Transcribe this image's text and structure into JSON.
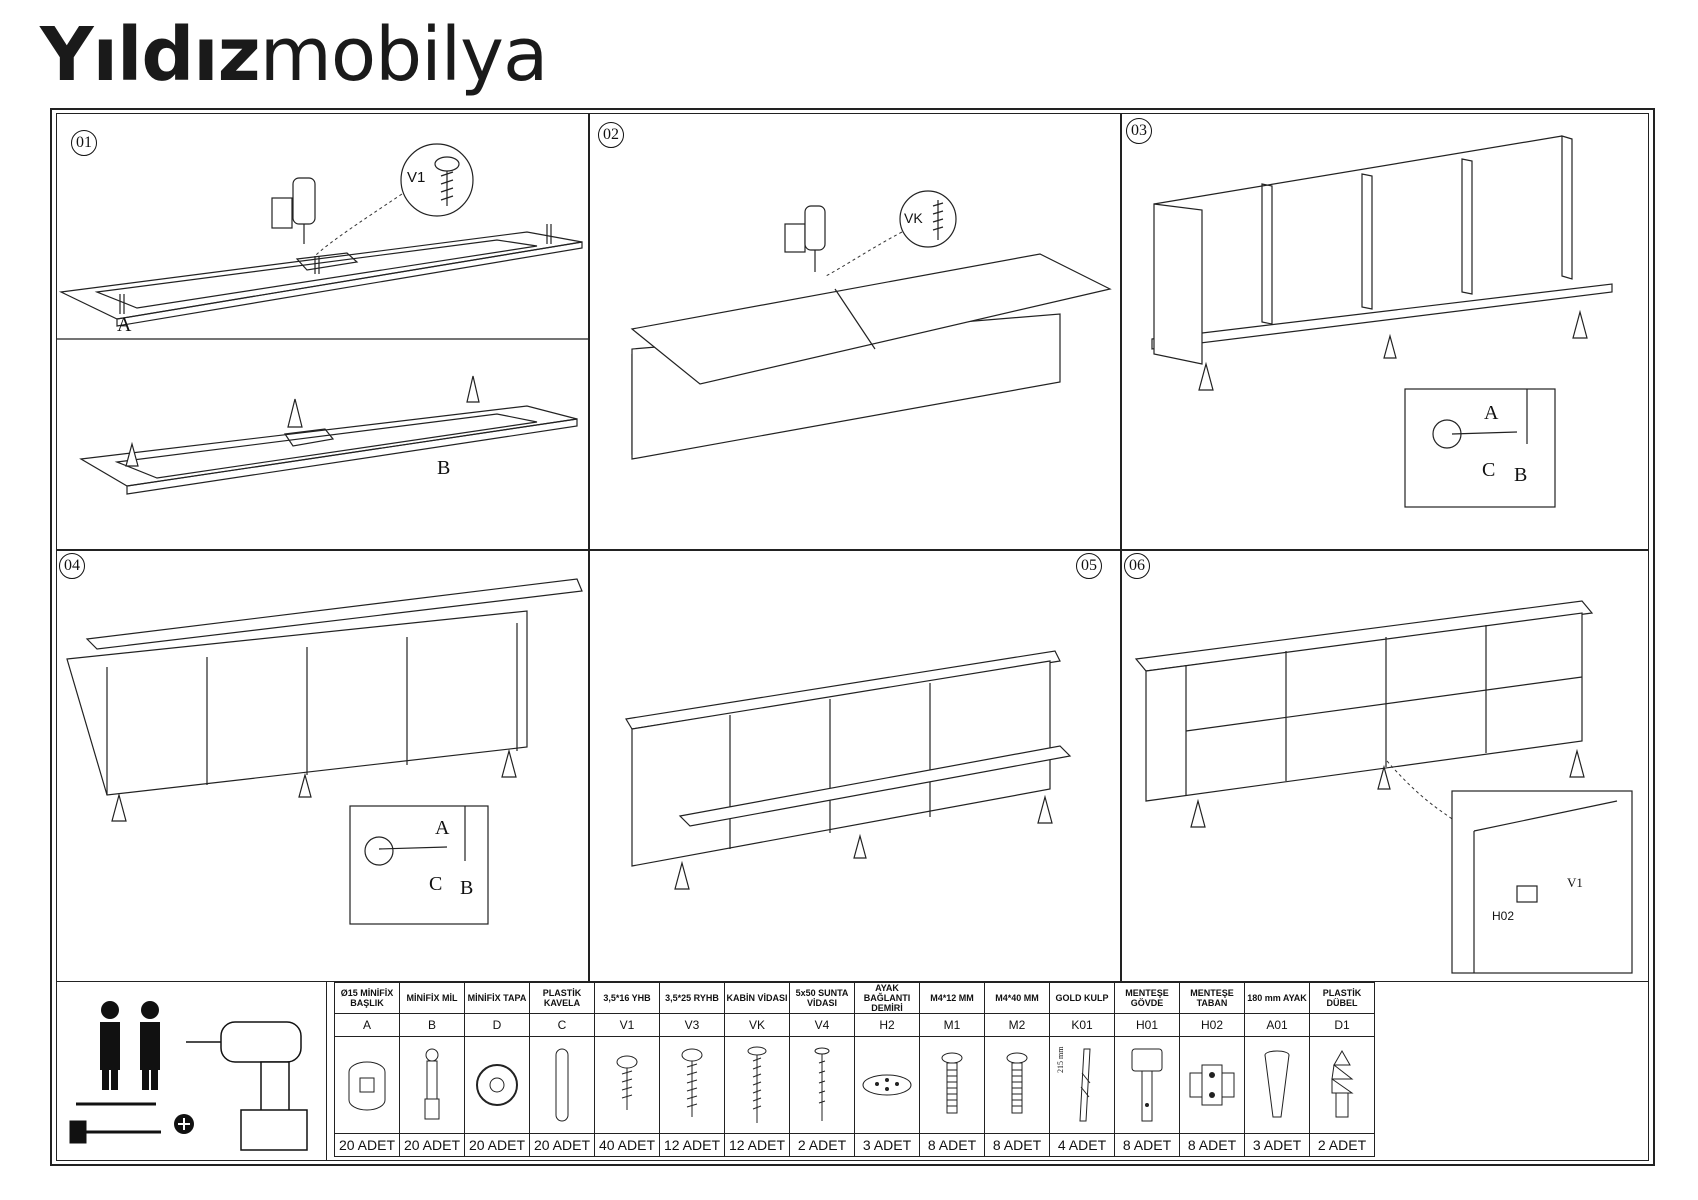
{
  "brand": {
    "bold": "Yıldız",
    "light": "mobilya"
  },
  "steps": {
    "s01": "01",
    "s02": "02",
    "s03": "03",
    "s04": "04",
    "s05": "05",
    "s06": "06"
  },
  "labels": {
    "a1": "A",
    "b1": "B",
    "v1_callout": "V1",
    "vk_callout": "VK",
    "s03_a": "A",
    "s03_c": "C",
    "s03_b": "B",
    "s04_a": "A",
    "s04_c": "C",
    "s04_b": "B",
    "s06_v1": "V1",
    "s06_h02": "H02"
  },
  "parts": [
    {
      "name": "Ø15 MİNİFİX BAŞLIK",
      "code": "A",
      "qty": "20 ADET",
      "icon": "cam-lock-icon"
    },
    {
      "name": "MİNİFİX MİL",
      "code": "B",
      "qty": "20 ADET",
      "icon": "cam-bolt-icon"
    },
    {
      "name": "MİNİFİX TAPA",
      "code": "D",
      "qty": "20 ADET",
      "icon": "cap-icon"
    },
    {
      "name": "PLASTİK KAVELA",
      "code": "C",
      "qty": "20 ADET",
      "icon": "dowel-icon"
    },
    {
      "name": "3,5*16 YHB",
      "code": "V1",
      "qty": "40 ADET",
      "icon": "short-screw-icon"
    },
    {
      "name": "3,5*25 RYHB",
      "code": "V3",
      "qty": "12 ADET",
      "icon": "screw-icon"
    },
    {
      "name": "KABİN VİDASI",
      "code": "VK",
      "qty": "12 ADET",
      "icon": "long-screw-icon"
    },
    {
      "name": "5x50 SUNTA VİDASI",
      "code": "V4",
      "qty": "2 ADET",
      "icon": "thin-screw-icon"
    },
    {
      "name": "AYAK BAĞLANTI DEMİRİ",
      "code": "H2",
      "qty": "3 ADET",
      "icon": "leg-plate-icon"
    },
    {
      "name": "M4*12 MM",
      "code": "M1",
      "qty": "8 ADET",
      "icon": "bolt-icon"
    },
    {
      "name": "M4*40 MM",
      "code": "M2",
      "qty": "8 ADET",
      "icon": "bolt-icon"
    },
    {
      "name": "GOLD KULP",
      "code": "K01",
      "qty": "4 ADET",
      "icon": "handle-icon",
      "dim": "215 mm"
    },
    {
      "name": "MENTEŞE GÖVDE",
      "code": "H01",
      "qty": "8 ADET",
      "icon": "hinge-icon"
    },
    {
      "name": "MENTEŞE TABAN",
      "code": "H02",
      "qty": "8 ADET",
      "icon": "hinge-plate-icon"
    },
    {
      "name": "180 mm AYAK",
      "code": "A01",
      "qty": "3 ADET",
      "icon": "leg-icon"
    },
    {
      "name": "PLASTİK DÜBEL",
      "code": "D1",
      "qty": "2 ADET",
      "icon": "wall-plug-icon"
    }
  ]
}
